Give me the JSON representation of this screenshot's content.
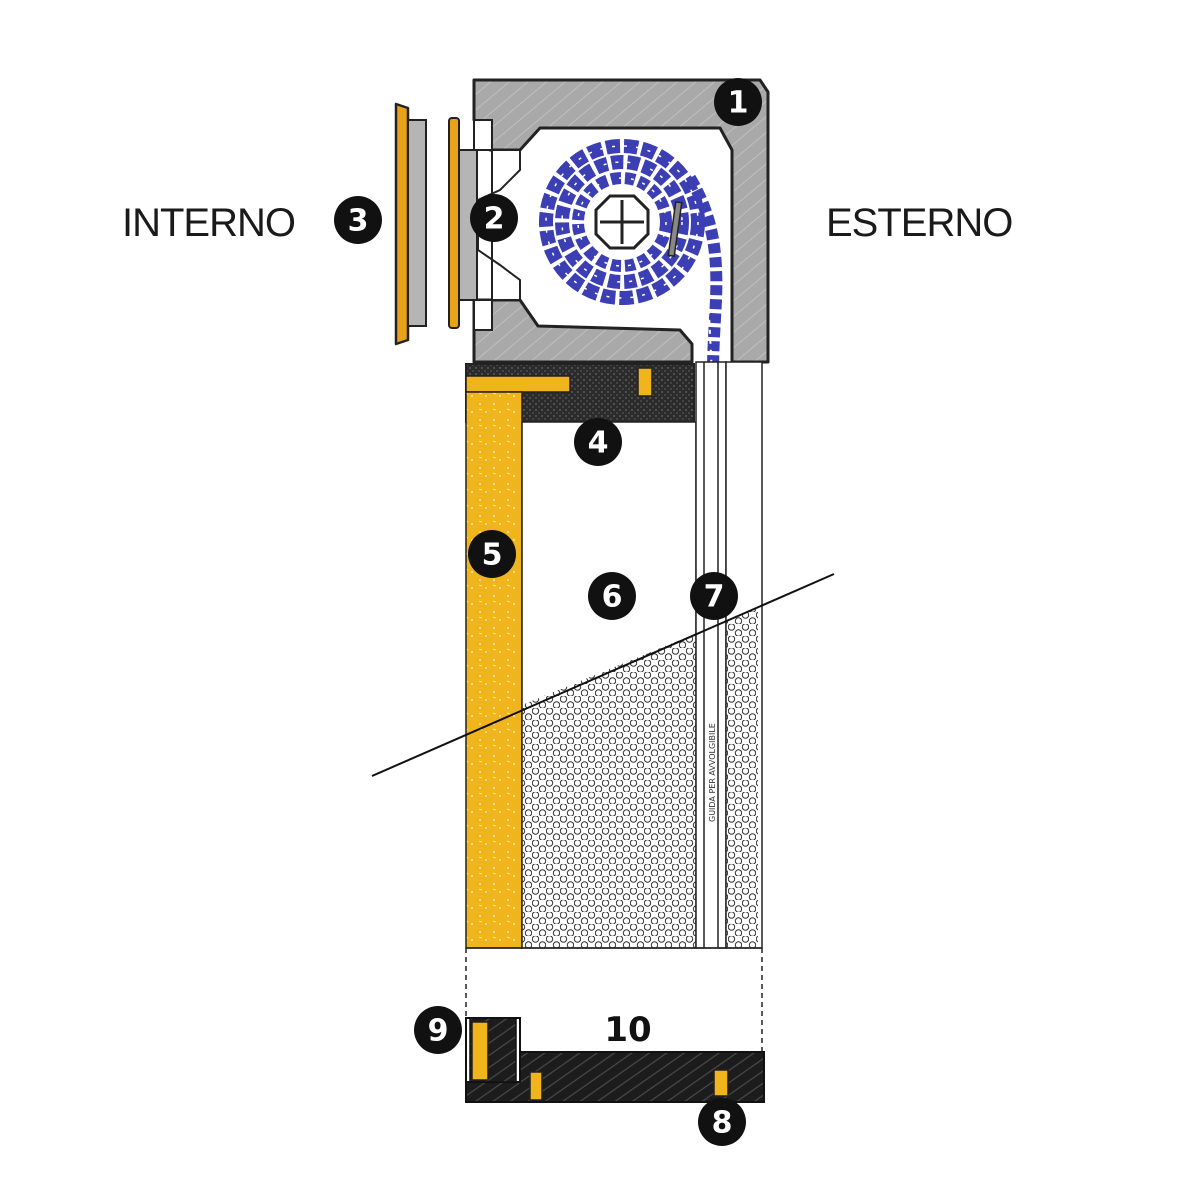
{
  "labels": {
    "interior": "INTERNO",
    "exterior": "ESTERNO",
    "guide_text": "GUIDA PER AVVOLGIBILE"
  },
  "callouts": [
    "1",
    "2",
    "3",
    "4",
    "5",
    "6",
    "7",
    "8",
    "9",
    "10"
  ],
  "colors": {
    "casing_grey": "#a9a9a9",
    "outline": "#222222",
    "wood_yellow": "#f0b41c",
    "gold": "#e8a31a",
    "shutter_blue": "#3b3fb3",
    "dark_insulation": "#2b2b2b",
    "badge": "#111111"
  }
}
